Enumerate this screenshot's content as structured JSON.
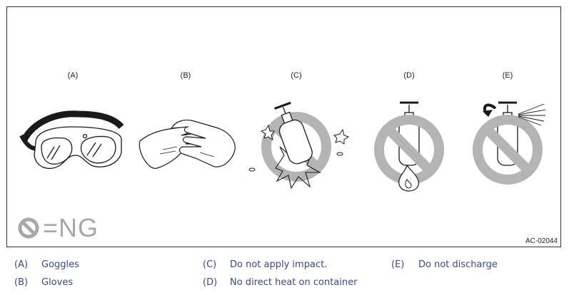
{
  "figure": {
    "panels": [
      {
        "code": "(A)",
        "icon": "goggles"
      },
      {
        "code": "(B)",
        "icon": "gloves"
      },
      {
        "code": "(C)",
        "icon": "cylinder-impact-prohibited"
      },
      {
        "code": "(D)",
        "icon": "cylinder-heat-prohibited"
      },
      {
        "code": "(E)",
        "icon": "cylinder-discharge-prohibited"
      }
    ],
    "ng_legend": "=NG",
    "figure_code": "AC-02044",
    "colors": {
      "prohibit": "#b4b4b4",
      "legend_text": "#3a4a8a",
      "line": "#1a1a1a"
    }
  },
  "legend": [
    {
      "code": "(A)",
      "text": "Goggles"
    },
    {
      "code": "(B)",
      "text": "Gloves"
    },
    {
      "code": "(C)",
      "text": "Do not apply impact."
    },
    {
      "code": "(D)",
      "text": "No direct heat on container"
    },
    {
      "code": "(E)",
      "text": "Do not discharge"
    }
  ]
}
